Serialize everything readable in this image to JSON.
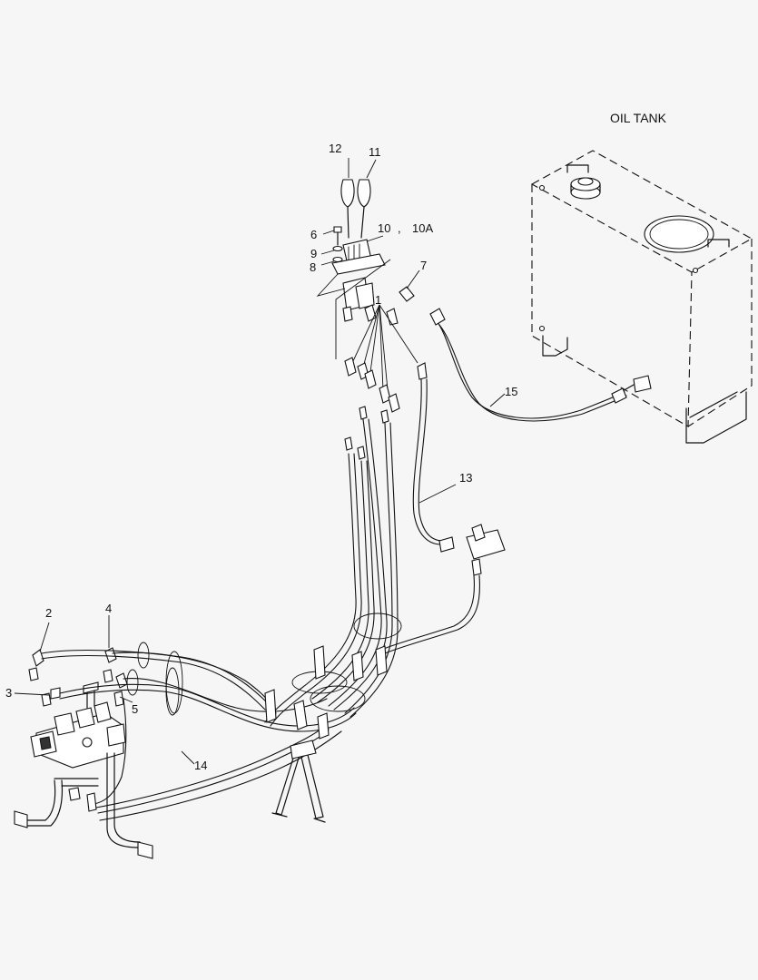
{
  "title": "OIL TANK",
  "callouts": {
    "c1": "1",
    "c2": "2",
    "c3": "3",
    "c4": "4",
    "c5": "5",
    "c6": "6",
    "c7": "7",
    "c8": "8",
    "c9": "9",
    "c10": "10",
    "c10_sep": ",",
    "c10a": "10A",
    "c11": "11",
    "c12": "12",
    "c13": "13",
    "c14": "14",
    "c15": "15"
  }
}
